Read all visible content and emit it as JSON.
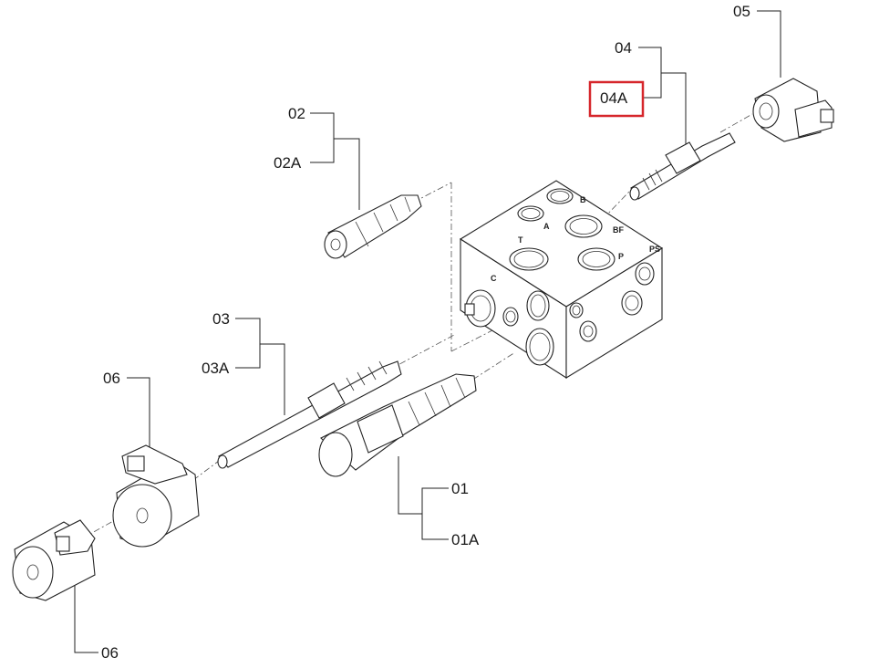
{
  "labels": {
    "l_05": "05",
    "l_04": "04",
    "l_04a": "04A",
    "l_02": "02",
    "l_02a": "02A",
    "l_03": "03",
    "l_03a": "03A",
    "l_06_top": "06",
    "l_06_bottom": "06",
    "l_01": "01",
    "l_01a": "01A"
  },
  "ports": {
    "b": "B",
    "a": "A",
    "bf": "BF",
    "t": "T",
    "p": "P",
    "ps": "PS",
    "c": "C"
  },
  "highlight": {
    "target": "04A",
    "color": "#d6262b"
  }
}
